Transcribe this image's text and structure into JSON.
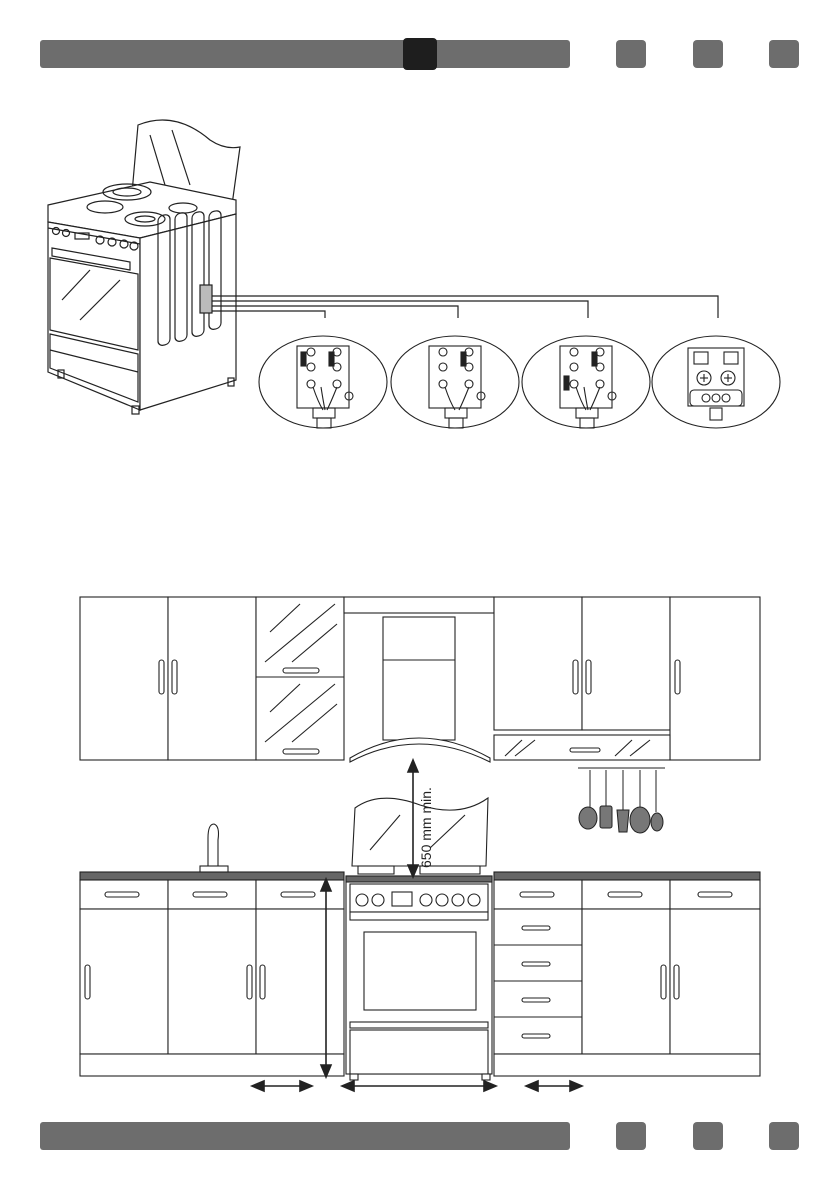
{
  "header": {
    "bar_color": "#6d6d6d",
    "active_marker_color": "#1e1e1e",
    "nav_squares": [
      "nav-square-1",
      "nav-square-2",
      "nav-square-3"
    ]
  },
  "installation_figure": {
    "clearance_label": "650 mm min."
  },
  "footer": {
    "bar_color": "#6d6d6d",
    "nav_squares": [
      "nav-square-1",
      "nav-square-2",
      "nav-square-3"
    ]
  }
}
